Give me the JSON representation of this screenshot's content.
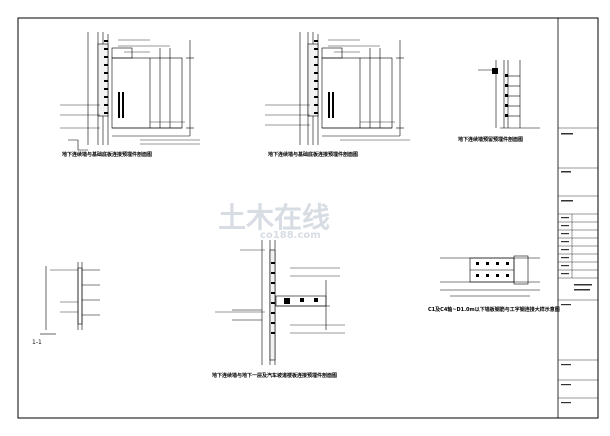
{
  "detail_titles": {
    "d1": "地下连续墙与基础底板连接预埋件剖面图",
    "d2": "地下连续墙与基础底板连接预埋件剖面图",
    "d3": "地下连续墙预留预埋件剖面图",
    "d4": "地下连续墙与地下一层及汽车坡道楼板连接预埋件剖面图",
    "d5": "C1及C4轴~D1.0m以下墙板钢筋与工字钢连接大样示意图"
  },
  "section_label": "1-1",
  "watermark": {
    "cn": "土木在线",
    "en": "co188.com"
  }
}
